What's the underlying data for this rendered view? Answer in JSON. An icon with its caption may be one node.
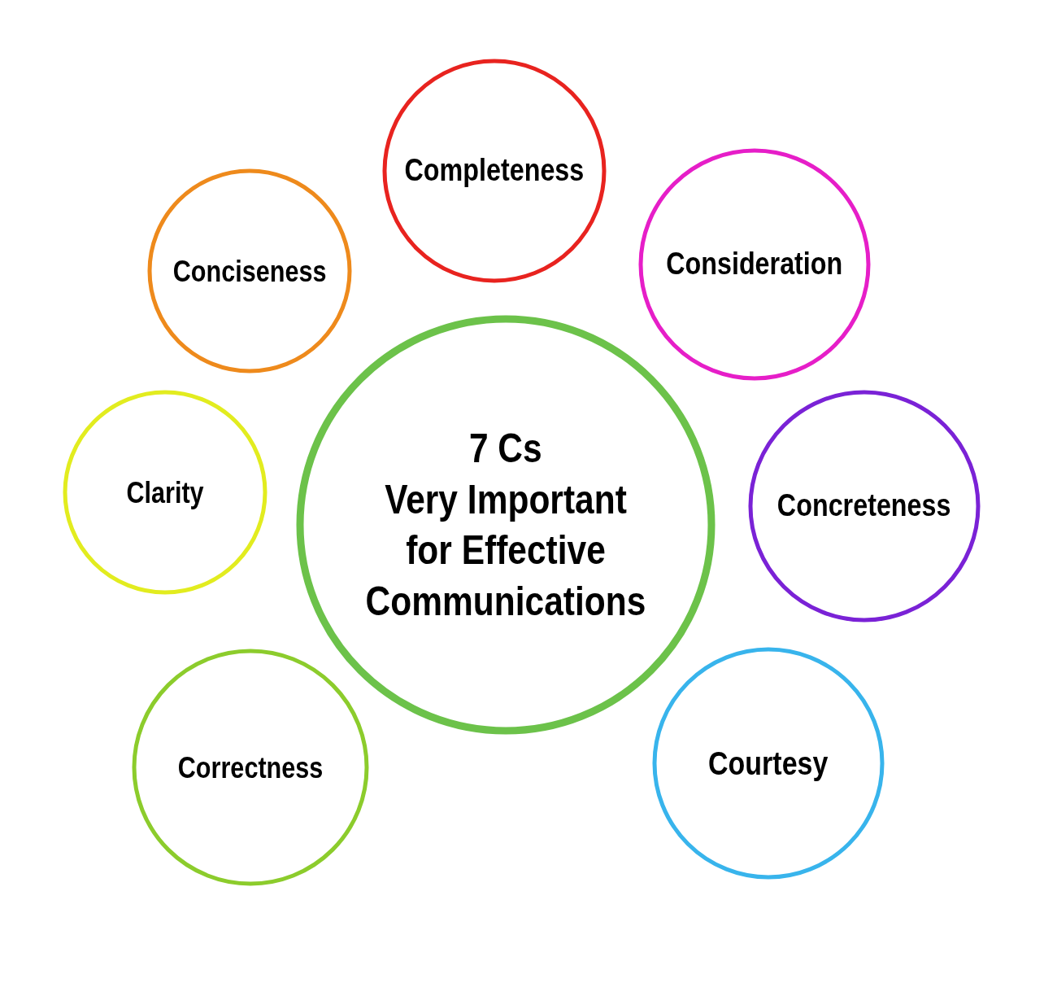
{
  "diagram": {
    "nodes": [
      {
        "text": [
          "Completeness"
        ]
      },
      {
        "text": [
          "Consideration"
        ]
      },
      {
        "text": [
          "Conciseness"
        ]
      },
      {
        "text": [
          "7 Cs",
          "Very Important for Effective Communications"
        ]
      },
      {
        "text": [
          "Clarity"
        ]
      },
      {
        "text": [
          "Concreteness"
        ]
      },
      {
        "text": [
          "Courtesy"
        ]
      },
      {
        "text": [
          "Correctness"
        ]
      }
    ]
  }
}
